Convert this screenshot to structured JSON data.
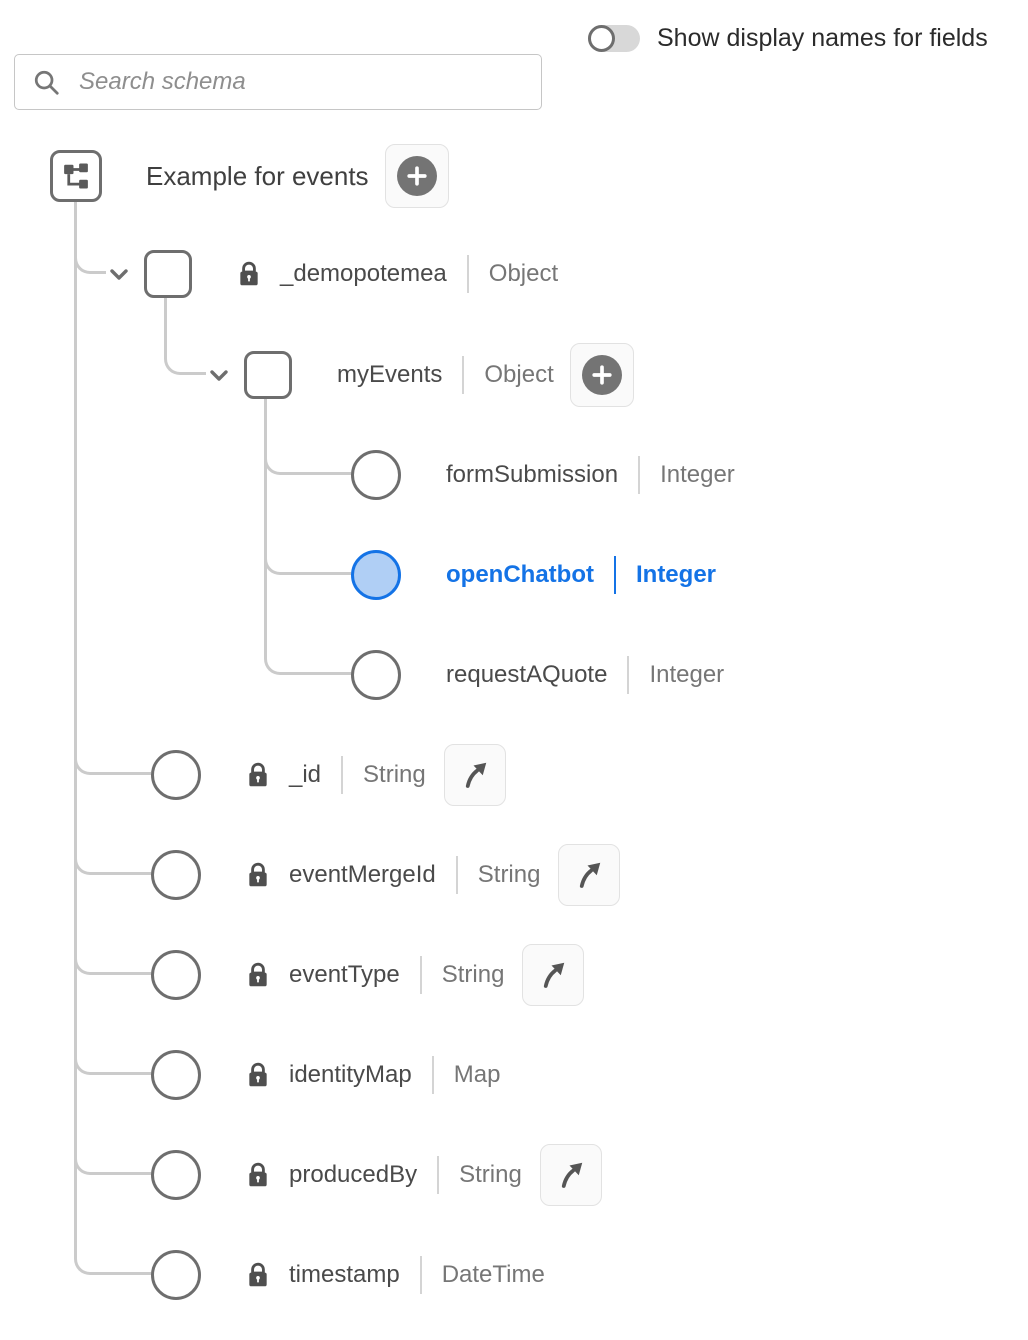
{
  "toggle": {
    "label": "Show display names for fields",
    "checked": false
  },
  "search": {
    "placeholder": "Search schema"
  },
  "root": {
    "label": "Example for events"
  },
  "fields": {
    "demopotemea": {
      "name": "_demopotemea",
      "type": "Object"
    },
    "myEvents": {
      "name": "myEvents",
      "type": "Object"
    },
    "formSubmission": {
      "name": "formSubmission",
      "type": "Integer"
    },
    "openChatbot": {
      "name": "openChatbot",
      "type": "Integer",
      "selected": true
    },
    "requestAQuote": {
      "name": "requestAQuote",
      "type": "Integer"
    },
    "id": {
      "name": "_id",
      "type": "String"
    },
    "eventMergeId": {
      "name": "eventMergeId",
      "type": "String"
    },
    "eventType": {
      "name": "eventType",
      "type": "String"
    },
    "identityMap": {
      "name": "identityMap",
      "type": "Map"
    },
    "producedBy": {
      "name": "producedBy",
      "type": "String"
    },
    "timestamp": {
      "name": "timestamp",
      "type": "DateTime"
    }
  },
  "colors": {
    "accent": "#1473E6",
    "selected_node_fill": "#B0CFF5",
    "node_border": "#6E6E6E",
    "connector_line": "#CBCBCB"
  }
}
